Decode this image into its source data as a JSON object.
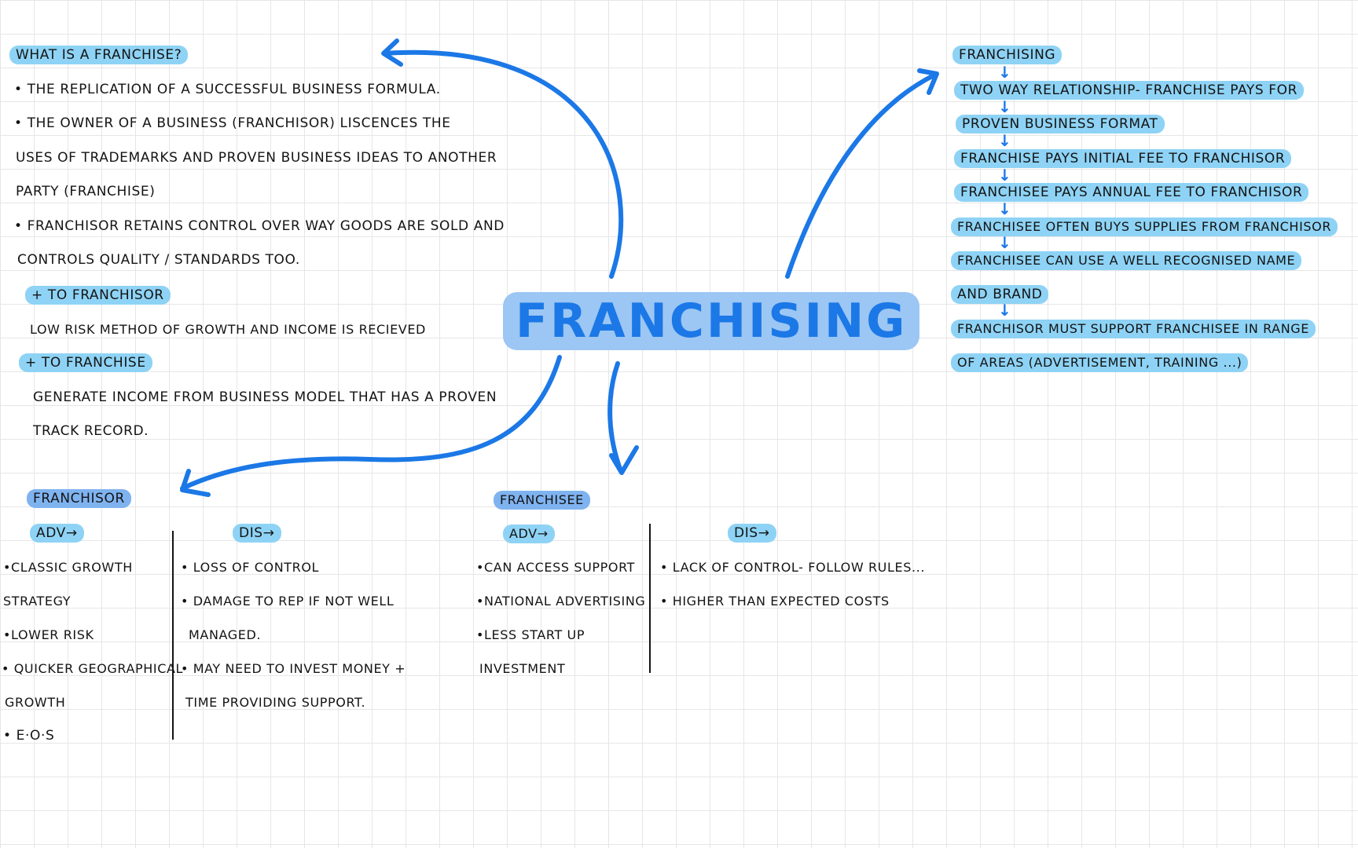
{
  "center_title": "FRANCHISING",
  "what": {
    "heading": "WHAT IS A FRANCHISE?",
    "lines": [
      "• THE REPLICATION OF A SUCCESSFUL BUSINESS FORMULA.",
      "• THE OWNER OF A BUSINESS (FRANCHISOR) LISCENCES THE",
      "USES OF TRADEMARKS AND PROVEN BUSINESS IDEAS TO   ANOTHER",
      "PARTY (FRANCHISE)",
      "• FRANCHISOR RETAINS CONTROL OVER WAY GOODS ARE SOLD  AND",
      "CONTROLS QUALITY / STANDARDS TOO."
    ],
    "plus_franchisor": "+ TO FRANCHISOR",
    "plus_franchisor_text": "LOW RISK METHOD OF GROWTH AND INCOME IS RECIEVED",
    "plus_franchise": "+ TO FRANCHISE",
    "plus_franchise_text": [
      "GENERATE INCOME FROM BUSINESS MODEL THAT HAS A PROVEN",
      "TRACK RECORD."
    ]
  },
  "right_flow": {
    "heading": "FRANCHISING",
    "steps": [
      "TWO WAY RELATIONSHIP- FRANCHISE PAYS FOR",
      "PROVEN BUSINESS FORMAT",
      "FRANCHISE PAYS INITIAL FEE TO FRANCHISOR",
      "FRANCHISEE PAYS ANNUAL FEE TO FRANCHISOR",
      "FRANCHISEE OFTEN BUYS SUPPLIES FROM FRANCHISOR",
      "FRANCHISEE CAN USE A WELL RECOGNISED NAME",
      "AND BRAND",
      "FRANCHISOR MUST SUPPORT FRANCHISEE IN RANGE",
      "OF AREAS (ADVERTISEMENT, TRAINING ...)"
    ],
    "arrow_glyph": "↓"
  },
  "franchisor": {
    "heading": "FRANCHISOR",
    "adv_label": "ADV→",
    "dis_label": "DIS→",
    "adv": [
      "•CLASSIC GROWTH",
      "STRATEGY",
      "•LOWER RISK",
      "• QUICKER GEOGRAPHICAL",
      "GROWTH",
      "• E·O·S"
    ],
    "dis": [
      "• LOSS OF CONTROL",
      "• DAMAGE TO REP IF NOT WELL",
      "MANAGED.",
      "• MAY NEED TO INVEST MONEY +",
      "TIME PROVIDING SUPPORT."
    ]
  },
  "franchisee": {
    "heading": "FRANCHISEE",
    "adv_label": "ADV→",
    "dis_label": "DIS→",
    "adv": [
      "•CAN ACCESS SUPPORT",
      "•NATIONAL ADVERTISING",
      "•LESS START UP",
      "INVESTMENT"
    ],
    "dis": [
      "• LACK OF CONTROL- FOLLOW RULES...",
      "• HIGHER THAN EXPECTED COSTS"
    ]
  },
  "colors": {
    "arrow": "#1b78e6",
    "highlight_cyan": "#8ed3f5",
    "highlight_blue": "#7fb3f0"
  }
}
